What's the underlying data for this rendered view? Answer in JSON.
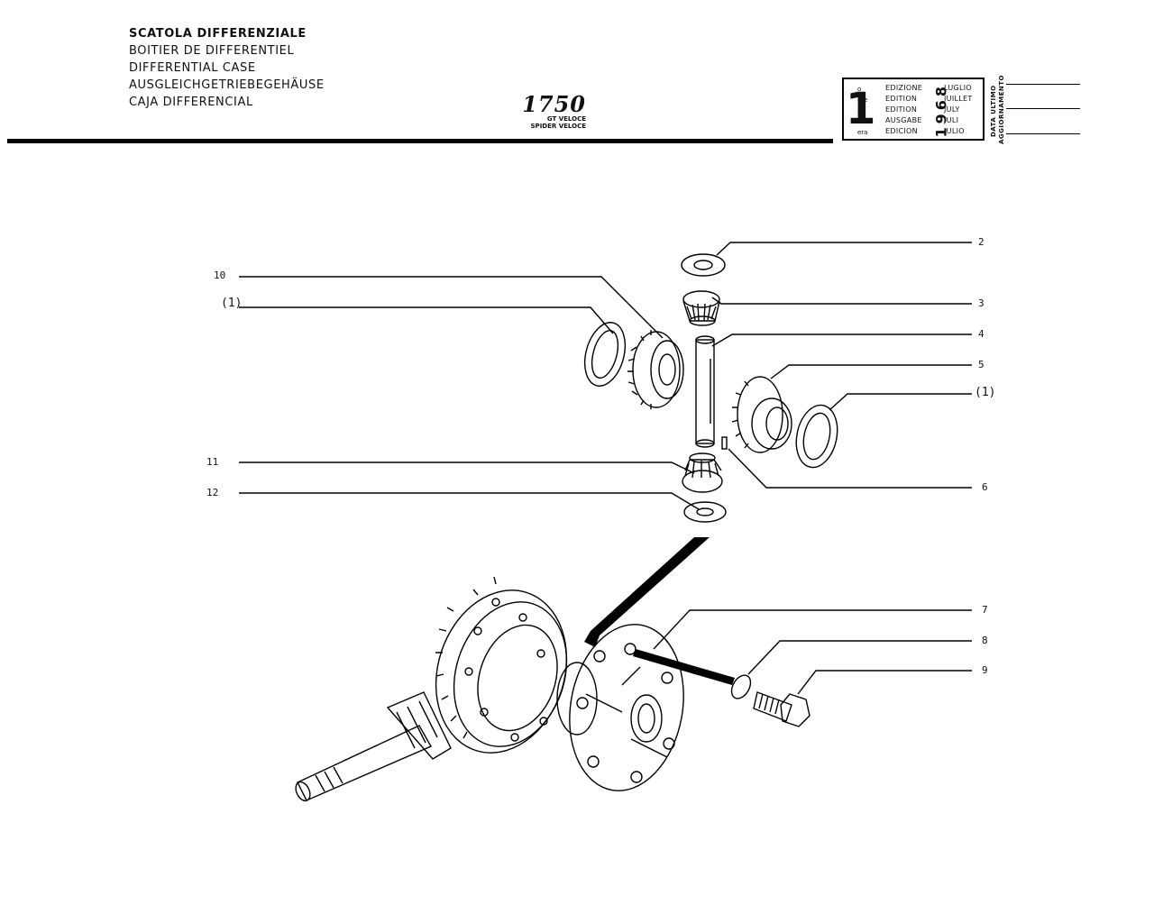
{
  "header": {
    "titles": [
      "SCATOLA DIFFERENZIALE",
      "BOITIER DE DIFFERENTIEL",
      "DIFFERENTIAL CASE",
      "AUSGLEICHGETRIEBEGEHÄUSE",
      "CAJA DIFFERENCIAL"
    ],
    "model": "1750",
    "variants": [
      "GT VELOCE",
      "SPIDER VELOCE"
    ]
  },
  "edition_box": {
    "number": "1",
    "suffixes": [
      "o",
      "ere",
      "st",
      ".",
      "era"
    ],
    "edition_words": [
      "EDIZIONE",
      "EDITION",
      "EDITION",
      "AUSGABE",
      "EDICION"
    ],
    "months": [
      "LUGLIO",
      "JUILLET",
      "JULY",
      "JULI",
      "JULIO"
    ],
    "year": "1968",
    "update_label_1": "DATA ULTIMO",
    "update_label_2": "AGGIORNAMENTO"
  },
  "callouts": {
    "c2": "2",
    "c3": "3",
    "c4": "4",
    "c5": "5",
    "c1r": "(1)",
    "c6": "6",
    "c10": "10",
    "c1l": "(1)",
    "c11": "11",
    "c12": "12",
    "c7": "7",
    "c8": "8",
    "c9": "9"
  }
}
